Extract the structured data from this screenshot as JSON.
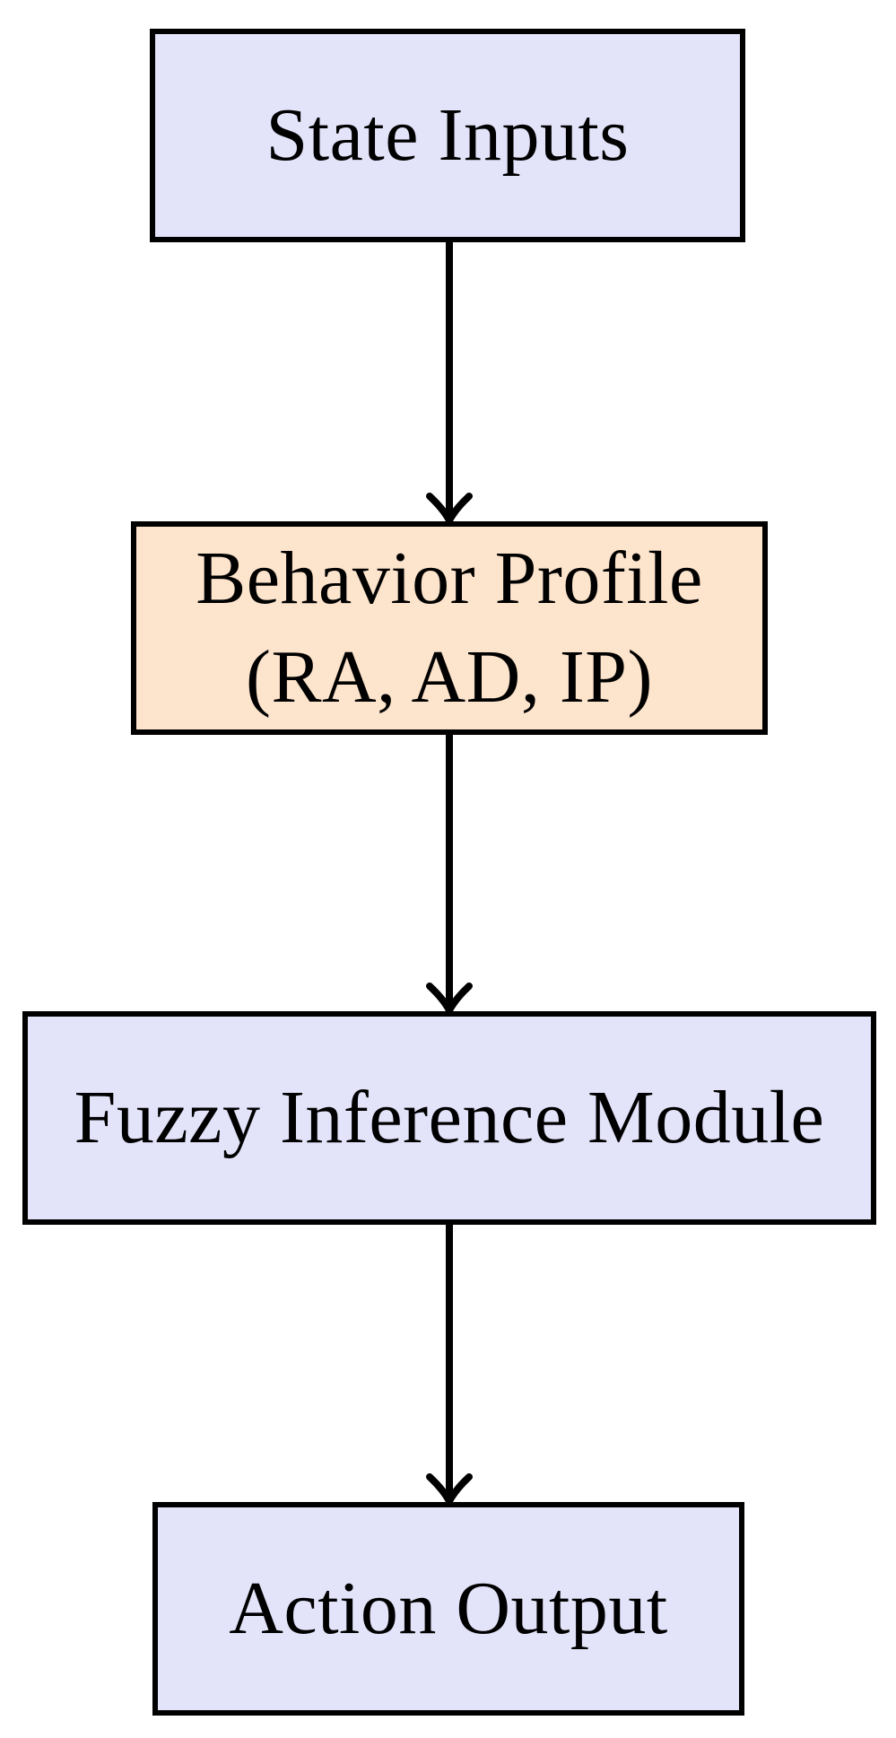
{
  "diagram": {
    "type": "flowchart",
    "direction": "top-down",
    "nodes": [
      {
        "id": "state-inputs",
        "label": "State Inputs",
        "fill": "#e3e3fa"
      },
      {
        "id": "behavior-profile",
        "label": "Behavior Profile",
        "sublabel": "(RA, AD, IP)",
        "fill": "#fde4cc"
      },
      {
        "id": "fuzzy-inference-module",
        "label": "Fuzzy Inference Module",
        "fill": "#e3e3fa"
      },
      {
        "id": "action-output",
        "label": "Action Output",
        "fill": "#e3e3fa"
      }
    ],
    "edges": [
      {
        "from": "state-inputs",
        "to": "behavior-profile"
      },
      {
        "from": "behavior-profile",
        "to": "fuzzy-inference-module"
      },
      {
        "from": "fuzzy-inference-module",
        "to": "action-output"
      }
    ],
    "colors": {
      "node_fill_lavender": "#e3e3fa",
      "node_fill_peach": "#fde4cc",
      "node_border": "#000000",
      "arrow": "#000000",
      "text": "#000000",
      "background": "#ffffff"
    }
  }
}
